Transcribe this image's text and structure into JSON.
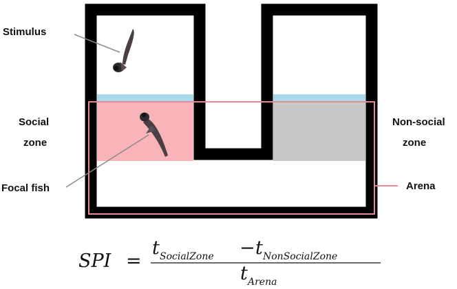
{
  "labels": {
    "stimulus": "Stimulus",
    "social_line1": "Social",
    "social_line2": "zone",
    "nonsocial_line1": "Non-social",
    "nonsocial_line2": "zone",
    "focal_fish": "Focal fish",
    "arena": "Arena"
  },
  "equation": {
    "lhs": "SPI",
    "equals": "=",
    "numerator_t1": "t",
    "numerator_sub1": "SocialZone",
    "minus": "−",
    "numerator_t2": "t",
    "numerator_sub2": "NonSocialZone",
    "denominator_t": "t",
    "denominator_sub": "Arena"
  },
  "colors": {
    "wall": "#000000",
    "social_zone": "#f8b4b8",
    "nonsocial_zone": "#c8c8c8",
    "water_strip": "#a8dced",
    "arena_outline": "#e88a93",
    "leader_line": "#8a8a8a",
    "fish": "#4a3f45"
  },
  "icons": {
    "stimulus": "fish-icon",
    "focal": "fish-icon"
  }
}
